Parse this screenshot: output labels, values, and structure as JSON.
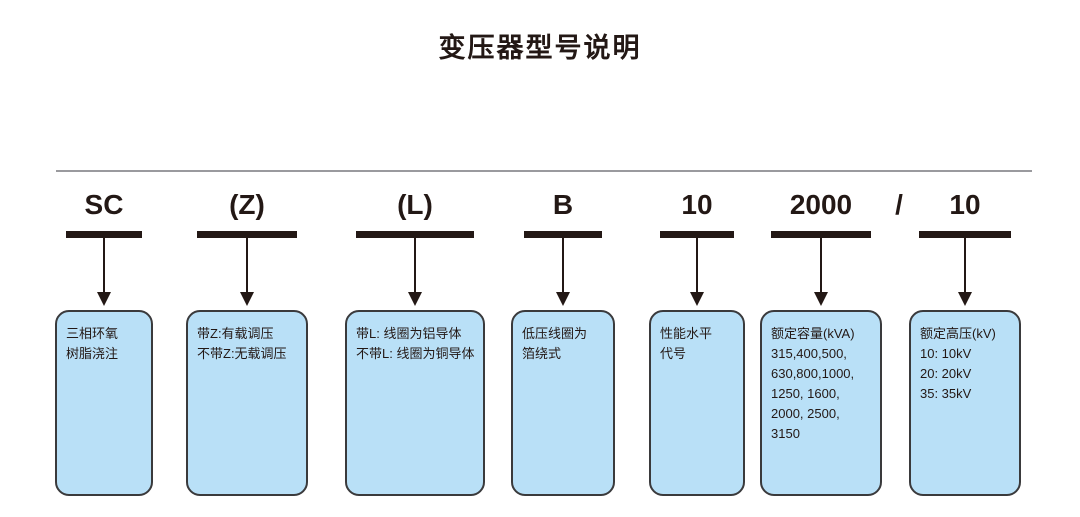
{
  "title": "变压器型号说明",
  "separator": "/",
  "colors": {
    "box_fill": "#b9e0f7",
    "box_border": "#3a3a3c",
    "ink": "#231815",
    "rule": "#9a9a9e"
  },
  "segments": [
    {
      "code": "SC",
      "lines": [
        "三相环氧",
        "树脂浇注"
      ]
    },
    {
      "code": "(Z)",
      "lines": [
        "带Z:有载调压",
        "不带Z:无载调压"
      ]
    },
    {
      "code": "(L)",
      "lines": [
        "带L: 线圈为铝导体",
        "不带L: 线圈为铜导体"
      ]
    },
    {
      "code": "B",
      "lines": [
        "低压线圈为",
        "箔绕式"
      ]
    },
    {
      "code": "10",
      "lines": [
        "性能水平",
        "代号"
      ]
    },
    {
      "code": "2000",
      "lines": [
        "额定容量(kVA)",
        "315,400,500,",
        "630,800,1000,",
        "1250, 1600,",
        "2000, 2500,",
        "3150"
      ]
    },
    {
      "code": "10",
      "lines": [
        "额定高压(kV)",
        "10: 10kV",
        "20: 20kV",
        "35: 35kV"
      ]
    }
  ]
}
